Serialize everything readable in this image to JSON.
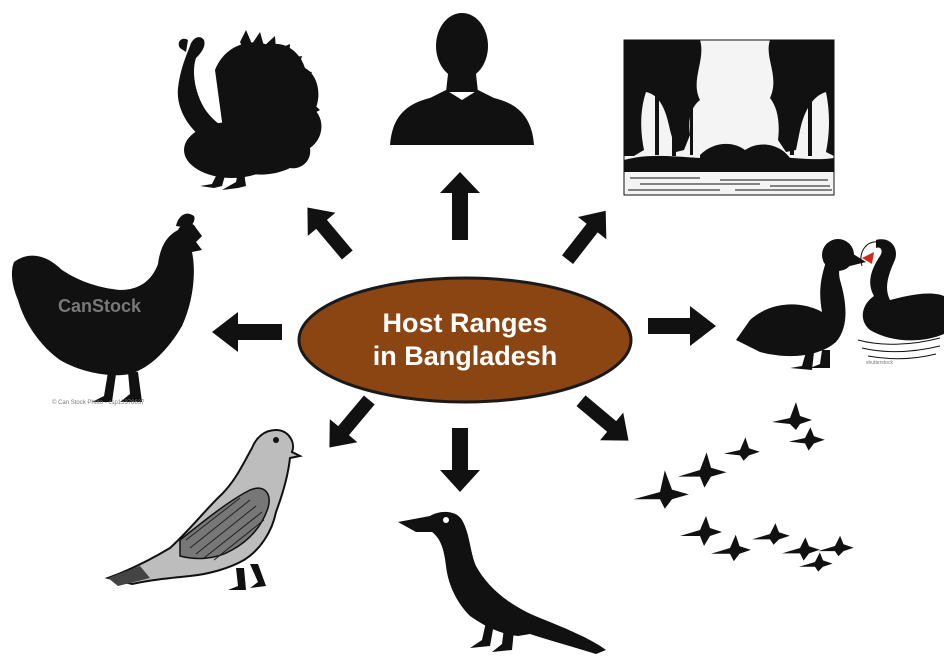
{
  "center": {
    "line1": "Host Ranges",
    "line2": "in Bangladesh",
    "fill": "#8B4513",
    "stroke": "#1a1a1a"
  },
  "hosts": [
    {
      "name": "turkey-icon"
    },
    {
      "name": "human-icon"
    },
    {
      "name": "wetland-icon"
    },
    {
      "name": "duck-swan-icon"
    },
    {
      "name": "migratory-birds-icon"
    },
    {
      "name": "crow-icon"
    },
    {
      "name": "pigeon-icon"
    },
    {
      "name": "chicken-icon"
    }
  ],
  "watermarks": {
    "canstock_logo": "CanStock",
    "canstock_credit": "© Can Stock Photo - csp15378637"
  },
  "colors": {
    "silhouette": "#111111",
    "arrow": "#111111",
    "label": "#ffffff"
  }
}
